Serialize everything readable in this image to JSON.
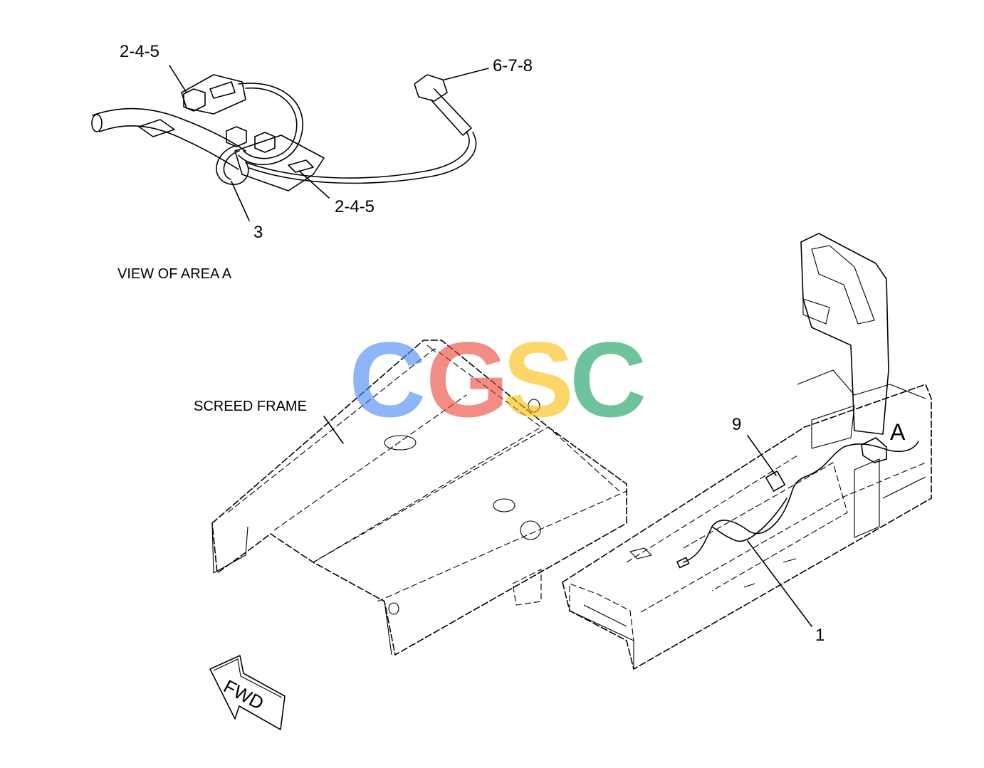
{
  "callouts": {
    "top_left": "2-4-5",
    "top_right": "6-7-8",
    "middle": "2-4-5",
    "clip": "3",
    "item_9": "9",
    "item_1": "1",
    "area_marker": "A"
  },
  "labels": {
    "view": "VIEW OF AREA A",
    "screed_frame": "SCREED FRAME",
    "fwd": "FWD"
  },
  "watermark": {
    "letters": [
      "C",
      "G",
      "S",
      "C"
    ],
    "colors": [
      "#4285f4",
      "#ea4335",
      "#fbbc05",
      "#0f9d58"
    ]
  }
}
